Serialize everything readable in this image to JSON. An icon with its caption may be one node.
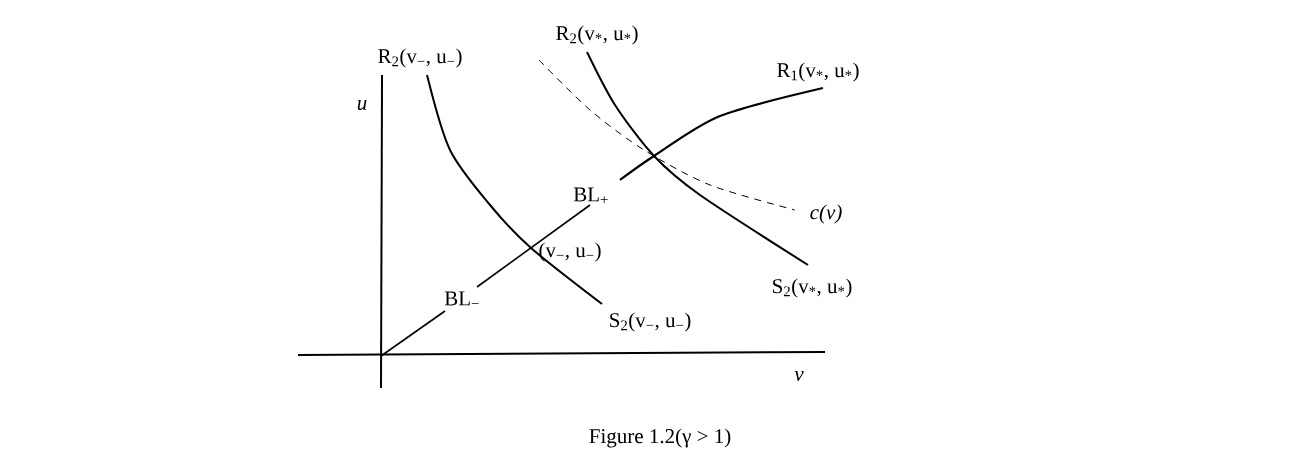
{
  "diagram": {
    "caption": "Figure 1.2(γ > 1)",
    "labels": [
      "R$_{2}$(v$_{*}$, u$_{*}$)",
      "R$_{2}$(v$_{−}$, u$_{−}$)",
      "R$_{1}$(v$_{*}$, u$_{*}$)",
      "u",
      "BL$_{+}$",
      "c(v)",
      "(v$_{−}$, u$_{−}$)",
      "S$_{2}$(v$_{*}$, u$_{*}$)",
      "BL$_{−}$",
      "S$_{2}$(v$_{−}$, u$_{−}$)",
      "v"
    ]
  }
}
